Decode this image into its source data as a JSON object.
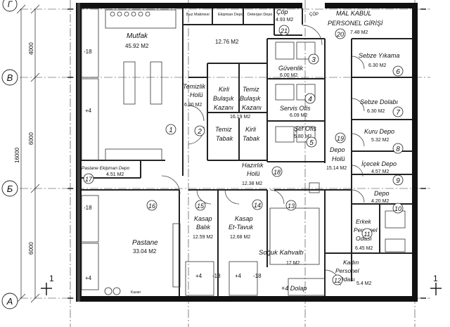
{
  "axes": {
    "rows": [
      {
        "id": "row-g",
        "label": "Г"
      },
      {
        "id": "row-v",
        "label": "B"
      },
      {
        "id": "row-b",
        "label": "Б"
      },
      {
        "id": "row-a",
        "label": "A"
      }
    ],
    "dimensions": [
      {
        "id": "dim-top",
        "label": "4000"
      },
      {
        "id": "dim-mid",
        "label": "6000"
      },
      {
        "id": "dim-low",
        "label": "6000"
      },
      {
        "id": "dim-total",
        "label": "16000"
      }
    ],
    "section_left": "1",
    "section_right": "1"
  },
  "rooms": [
    {
      "id": "mutfak",
      "name": "Mutfak",
      "area": "45.92 M2",
      "no": ""
    },
    {
      "id": "depo-bm",
      "name": "",
      "area": "12.76 M2",
      "no": ""
    },
    {
      "id": "cop21",
      "name": "Çöp",
      "area": "4.93 M2",
      "no": "21"
    },
    {
      "id": "malkabul",
      "name": "MAL KABUL PERSONEL GİRİŞİ",
      "area": "7.48 M2",
      "no": "20"
    },
    {
      "id": "guvenlik",
      "name": "Güvenlik",
      "area": "6.00 M2",
      "no": "3"
    },
    {
      "id": "servis",
      "name": "Servis Ofis",
      "area": "6.09 M2",
      "no": "4"
    },
    {
      "id": "sef",
      "name": "Şef Ofis",
      "area": "5.80 M2",
      "no": "5"
    },
    {
      "id": "sebzeyik",
      "name": "Sebze Yıkama",
      "area": "6.30 M2",
      "no": "6"
    },
    {
      "id": "sebzedol",
      "name": "Sebze Dolabı",
      "area": "6.30 M2",
      "no": "7"
    },
    {
      "id": "kurudepo",
      "name": "Kuru Depo",
      "area": "5.32 M2",
      "no": "8"
    },
    {
      "id": "icecek",
      "name": "İçecek Depo",
      "area": "4.57 M2",
      "no": "9"
    },
    {
      "id": "depo10",
      "name": "Depo",
      "area": "4.20 M2",
      "no": "10"
    },
    {
      "id": "temizlik",
      "name": "Temizlik Holü",
      "area": "6.30 M2",
      "no": "1"
    },
    {
      "id": "bulasik",
      "name": "Kirli Temiz Bulaşık Bulaşık Kazanı Kazanı",
      "area": "16.19 M2",
      "no": "2"
    },
    {
      "id": "depoholu",
      "name": "Depo Holü",
      "area": "15.14 M2",
      "no": "19"
    },
    {
      "id": "hazirlik",
      "name": "Hazırlık Holü",
      "area": "12.38 M2",
      "no": "18"
    },
    {
      "id": "pastaneekip",
      "name": "Pastane Ekipman Depo",
      "area": "4.51 M2",
      "no": "17"
    },
    {
      "id": "pastane",
      "name": "Pastane",
      "area": "33.04 M2",
      "no": "16"
    },
    {
      "id": "kasapbalik",
      "name": "Kasap Balık",
      "area": "12.59 M2",
      "no": "15"
    },
    {
      "id": "kasaptavuk",
      "name": "Kasap Et-Tavuk",
      "area": "12.68 M2",
      "no": "14"
    },
    {
      "id": "sogukkahvalti",
      "name": "Soğuk Kahvaltı",
      "area": "17 M2",
      "no": "13"
    },
    {
      "id": "erkek",
      "name": "Erkek Personel Odası",
      "area": "6.45 M2",
      "no": "11"
    },
    {
      "id": "kadin",
      "name": "Kadın Personel Odası",
      "area": "5.4 M2",
      "no": "12"
    }
  ],
  "texts": {
    "buz": "Buz Makinesi",
    "ekipman": "Ekipman Depo",
    "deterjan": "Deterjan Depo",
    "cop_small": "ÇÖP",
    "mutfak": "Mutfak",
    "mutfak_area": "45.92 M2",
    "depo_bm_area": "12.76 M2",
    "cop21_name": "Çöp",
    "cop21_area": "4.93 M2",
    "mal1": "MAL KABUL",
    "mal2": "PERSONEL GİRİŞİ",
    "mal_area": "7.48 M2",
    "guvenlik": "Güvenlik",
    "guvenlik_area": "6.00 M2",
    "servis": "Servis Ofis",
    "servis_area": "6.09 M2",
    "sef": "Şef Ofis",
    "sef_area": "5.80 M2",
    "sebzeyik": "Sebze Yıkama",
    "sebzeyik_area": "6.30 M2",
    "sebzedol": "Sebze Dolabı",
    "sebzedol_area": "6.30 M2",
    "kuru": "Kuru Depo",
    "kuru_area": "5.32 M2",
    "icecek": "İçecek Depo",
    "icecek_area": "4.57 M2",
    "depo10": "Depo",
    "depo10_area": "4.20 M2",
    "temizlik1": "Temizlik",
    "temizlik2": "Holü",
    "temizlik_area": "6.30 M2",
    "kirli": "Kirli",
    "temiz": "Temiz",
    "bulasik": "Bulaşık",
    "kazani": "Kazanı",
    "bulasik_area": "16.19 M2",
    "temiz_tabak1": "Temiz",
    "temiz_tabak2": "Tabak",
    "kirli_tabak1": "Kirli",
    "kirli_tabak2": "Tabak",
    "depoholu1": "Depo",
    "depoholu2": "Holü",
    "depoholu_area": "15.14 M2",
    "hazirlik1": "Hazırlık",
    "hazirlik2": "Holü",
    "hazirlik_area": "12.38 M2",
    "pastaneekip": "Pastane Ekipman Depo",
    "pastaneekip_area": "4.51 M2",
    "pastane": "Pastane",
    "pastane_area": "33.04 M2",
    "kasap": "Kasap",
    "balik": "Balık",
    "balik_area": "12.59 M2",
    "ettavuk": "Et-Tavuk",
    "ettavuk_area": "12.68 M2",
    "sogukk": "Soğuk Kahvaltı",
    "sogukk_area": "17 M2",
    "dolap": "+4 Dolap",
    "erkek1": "Erkek",
    "erkek2": "Personel",
    "erkek3": "Odası",
    "erkek_area": "6.45 M2",
    "kadin1": "Kadın",
    "kadin2": "Personel",
    "kadin3": "Odası",
    "kadin_area": "5.4 M2",
    "kazan": "Kazan",
    "t_m18a": "-18",
    "t_p4a": "+4",
    "t_m18b": "-18",
    "t_p4b": "+4",
    "t_p4c": "+4",
    "t_m18c": "-18",
    "t_p4d": "+4",
    "t_m18d": "-18"
  },
  "numbers": {
    "n1": "1",
    "n2": "2",
    "n3": "3",
    "n4": "4",
    "n5": "5",
    "n6": "6",
    "n7": "7",
    "n8": "8",
    "n9": "9",
    "n10": "10",
    "n11": "11",
    "n12": "12",
    "n13": "13",
    "n14": "14",
    "n15": "15",
    "n16": "16",
    "n17": "17",
    "n18": "18",
    "n19": "19",
    "n20": "20",
    "n21": "21"
  }
}
